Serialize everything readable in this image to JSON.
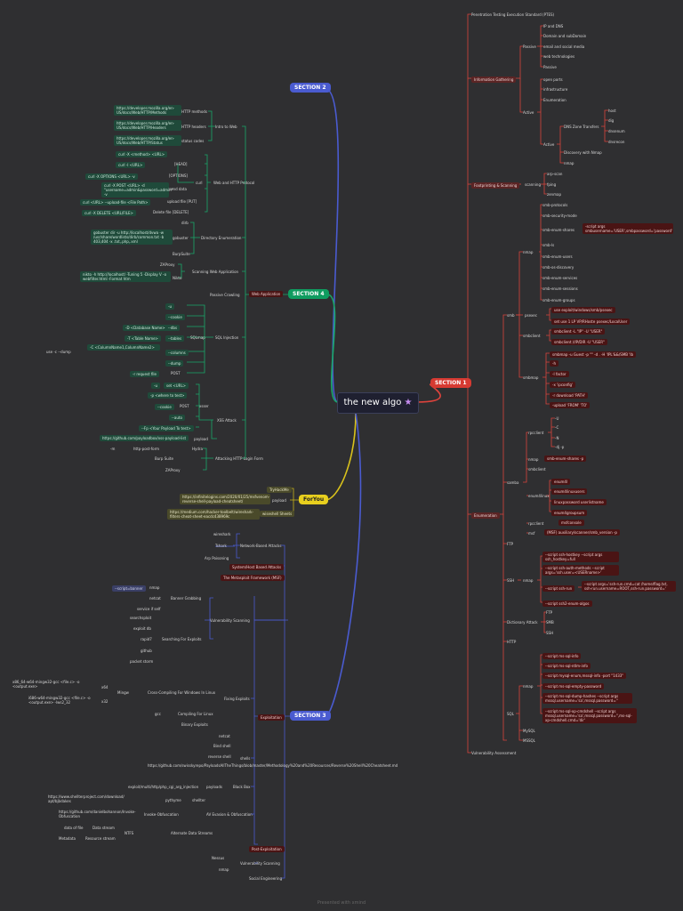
{
  "root": {
    "title": "the new algo",
    "icon": "magic-icon"
  },
  "sections": {
    "s1": "SECTION 1",
    "s2": "SECTION 2",
    "s3": "SECTION 3",
    "s4": "SECTION 4",
    "foryou": "ForYou"
  },
  "s1": {
    "ptes": "Penetration Testing Execution Standard (PTES)",
    "info": "Information Gathering",
    "passive": "Passive",
    "ip_dns": "IP and DNS",
    "domain": "Domain and subDomain",
    "email": "email and social media",
    "webtech": "web technologies",
    "passive2": "Passive",
    "active": "Active",
    "open_ports": "open ports",
    "infra": "infrastructure",
    "enum": "Enumeration",
    "active2": "Active",
    "dns_transfer": "DNS Zone Transfers",
    "host": "host",
    "dig": "dig",
    "dnsenum": "dnsenum",
    "dnsrecon": "dnsrecon",
    "discovery_nmap": "Discovery with Nmap",
    "nmap": "nmap",
    "footprint": "Footprinting & Scanning",
    "scanning": "scanning",
    "arp_scan": "arp-scan",
    "fping": "fping",
    "zenmap": "zenmap",
    "smb_protocols": "smb-protocols",
    "smb_security": "smb-security-mode",
    "smb_shares": "smb-enum-shares",
    "smb_script": "-script args smbusername='USER',smbpassword='password'",
    "smb_ls": "smb-ls",
    "smb_users": "smb-enum-users",
    "smb_os": "smb-os-discovery",
    "smb_services": "smb-enum-services",
    "smb_sessions": "smb-enum-sessions",
    "smb_groups": "smb-enum-groups",
    "nmap2": "nmap",
    "smb": "smb",
    "psexec": "psexec",
    "ps1": "use exploit/windows/smb/psexec",
    "ps2": "set use 1 LP VP/RHoste psexec/LocalUser",
    "smbclient": "smbclient",
    "sc1": "smbclient -L \"IP\" -U \"USER\"",
    "sc2": "smbclient //IP/DIR -U \"USER\"",
    "smbmap": "smbmap",
    "sm1": "smbmap -u Guest -p \"\" -d . -H 'IPL'&&/SMB 'lb",
    "sm2": "-h",
    "sm3": "-l factor",
    "sm4": "-x 'ipconfig'",
    "sm5": "-r download 'PATH'",
    "sm6": "-upload 'FROM' 'TO'",
    "enumeration": "Enumeration",
    "samba": "samba",
    "rpcclient": "rpcclient",
    "rc1": "-U",
    "rc2": "-C",
    "rc3": "-N",
    "rc4": "-dj -p",
    "nmap3": "nmap",
    "nm3": "smb-enum-shares -p",
    "smbclient2": "smbclient",
    "enum4linux": "enum4linux",
    "e1": "enum4l",
    "e2": "enum4linuxusers",
    "e3": "linuxpassword userlistname",
    "e4": "enum4groupsum",
    "rpcclient2": "rpcclient",
    "e5": "msfconsole",
    "msf": "msf",
    "msf1": "(MSF) auxiliary/scanner/smb_version -p",
    "ftp": "FTP",
    "ssh": "SSH",
    "nmap4": "nmap",
    "ssh1": "--script ssh-hostkey --script args ssh_hostkey=full",
    "ssh2": "--script ssh-auth-methods --script args='ssh.user=<USERname>'",
    "ssh3": "--script ssh-run",
    "ssh3b": "--script args='ssh-run.cmd=cat /home/flag.txt, ssh-run.username=ROOT,ssh-run.password='",
    "ssh4": "--script ssh2-enum-algos",
    "dict": "Dictionary Attack",
    "d_ftp": "FTP",
    "d_smb": "SMB",
    "d_ssh": "SSH",
    "http": "HTTP",
    "sql": "SQL",
    "nmap5": "nmap",
    "sq1": "--script ms-sql-info",
    "sq2": "--script ms-sql-ntlm-info",
    "sq3": "--script mysql-enum,mssql-info -port \"1433\"",
    "sq4": "--script ms-sql-empty-password",
    "sq5": "--script ms-sql-dump-hashes --script args mssql.username='sa',mssql.password=''",
    "sq6": "--script ms-sql-xp-cmdshell --script args mssql.username='sa',mssql.password='',ms-sql-xp-cmdshell.cmd='dir'",
    "mysql": "MySQL",
    "mssql": "MSSQL",
    "vuln": "Vulnerability Assessment"
  },
  "s2": {
    "intro_web": "Intro to Web",
    "http_methods_url": "https://developer.mozilla.org/en-US/docs/Web/HTTP/Methods",
    "http_methods": "HTTP methods",
    "http_headers_url": "https://developer.mozilla.org/en-US/docs/Web/HTTP/Headers",
    "http_headers": "HTTP headers",
    "status_url": "https://developer.mozilla.org/en-US/docs/Web/HTTP/Status",
    "status": "status codes",
    "web_http": "Web and HTTP Protocol",
    "curl": "curl",
    "c1": "curl -X <method> <URL>",
    "c1b": "curl -I <URL>",
    "c1c": "[HEAD]",
    "c2": "curl -X OPTIONS <URL> -v",
    "c2b": "[OPTIONS]",
    "c3": "curl -X POST <URL> -d \"username=admin&password=admin\" -v",
    "c3b": "send data",
    "c4": "curl <URL> --upload-file <File Path>",
    "c4b": "upload file [PUT]",
    "c5": "curl -X DELETE <URL/FILE>",
    "c5b": "Delete file [DELETE]",
    "dir_enum": "Directory Enumeration",
    "dirb": "dirb",
    "gobuster": "gobuster",
    "gb1": "gobuster dir -u http://localhost/dvwa -w /usr/share/wordlists/dirb/common.txt -b 403,404 -x .txt,.php,.xml",
    "burp": "BurpSuite",
    "scan_web": "Scanning Web Application",
    "zap": "ZAProxy",
    "nikto": "Nikto",
    "nk1": "nikto -h http://localhost/ -Tuning 5 -Display V -o webfilter.html -Format htm",
    "passive_crawl": "Passive Crawling",
    "web_app": "Web Application",
    "sql_inj": "SQL Injection",
    "sqlmap": "SQLmap",
    "sq_u": "-u",
    "sq_cookie": "--cookie",
    "sq_dbs": "--dbs",
    "sq_d": "-D <Database Name>",
    "sq_tables": "--tables",
    "sq_t": "-T <Table Name>",
    "sq_columns": "--columns",
    "sq_c": "-C <ColumnName1,ColumnName2>",
    "sq_dump": "--dump",
    "sq_use": "use -c --dump",
    "sq_req": "-r request file",
    "sq_post": "POST",
    "xss": "XSS Attack",
    "xsser": "xsser",
    "x_u": "-u",
    "x_url": "set <URL>",
    "x_param": "-p <where to test>",
    "x_post": "POST",
    "x_cookie": "--cookie",
    "x_auto": "--auto",
    "x_pay": "--Fp <Your Payload To test>",
    "x_payload": "payload",
    "x_payurl": "https://github.com/payloadbox/xss-payload-list",
    "hydra": "Hydra",
    "attack_http": "Attacking HTTP Login Form",
    "h1": "-m",
    "h2": "http-post-form",
    "burp2": "Burp Suite",
    "zap2": "ZAProxy"
  },
  "foryou": {
    "hackme": "TryHackMe",
    "payload": "payload",
    "rev_url": "https://infinitelogins.com/2020/01/25/msfvenom-reverse-shell-payload-cheatsheet/",
    "sheets": "wiseshell Sheets",
    "sheets_url": "https://medium.com/hacker-toolbelt/wireshark-filters-cheat-sheet-eacdc438969c"
  },
  "s3": {
    "net_attacks": "Network-Based Attacks",
    "wireshark": "wireshark",
    "tshark": "Tshark",
    "arp": "Arp Poisoning",
    "sys_attacks": "System/Host Based Attacks",
    "msf": "The Metasploit Framework (MSF)",
    "vuln_scan": "Vulnerability Scanning",
    "banner": "Banner Grabbing",
    "nmap_sv": "--script=banner",
    "nmap": "nmap",
    "netcat": "netcat",
    "service": "service if self",
    "searching": "Searching For Exploits",
    "searchsploit": "searchsploit",
    "exploitdb": "exploit db",
    "rapid7": "rapid7",
    "github": "github",
    "packet": "packet storm",
    "fixing": "Fixing Exploits",
    "cross": "Cross-Compiling For Windows In Linux",
    "mingw": "Mingw",
    "x64": "x64",
    "x64cmd": "x86_64-w64-mingw32-gcc <file.c> -o <output.exe>",
    "x32": "x32",
    "x32cmd": "i686-w64-mingw32-gcc <file.c> -o <output.exe> -lws2_32",
    "linux": "Compiling For Linux",
    "gcc": "gcc",
    "binary": "Binary Exploits",
    "exploitation": "Exploitation",
    "shells": "shells",
    "netcat2": "netcat",
    "bind": "Bind shell",
    "reverse": "reverse shell",
    "rev_url": "https://github.com/swisskyrepo/PayloadsAllTheThings/blob/master/Methodology%20and%20Resources/Reverse%20Shell%20Cheatsheet.md",
    "payloads": "payloads",
    "payload_cmd": "exploit/multi/http/php_cgi_arg_injection",
    "blackbox": "Black Box",
    "av": "AV Evasion & Obfuscation",
    "shellter": "shellter",
    "pyth": "pythyme",
    "pyth_url": "https://www.shellterproject.com/download/ apt/bjbdakes",
    "invoke": "Invoke-Obfuscation",
    "invoke_url": "https://github.com/danielbohannon/Invoke-Obfuscation",
    "ads": "Alternate Data Streams",
    "ntfs": "NTFS",
    "data_file": "data of file",
    "datastream": "Data stream",
    "metadata": "Metadata",
    "resource": "Resource stream",
    "post": "Post-Exploitation",
    "vuln_scan2": "Vulnerability Scanning",
    "nessus": "Nessus",
    "nmap2": "nmap",
    "social": "Social Engineering"
  },
  "footer": "Presented with xmind"
}
